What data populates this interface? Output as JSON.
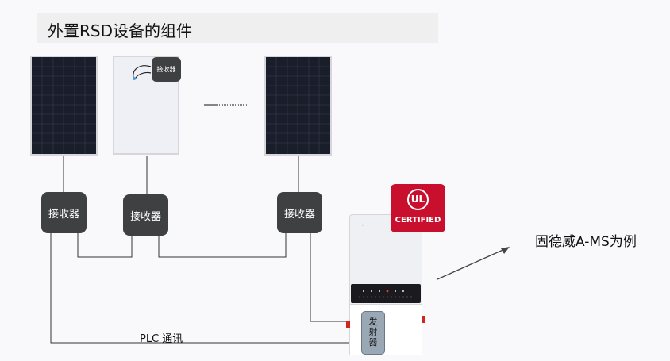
{
  "title": "外置RSD设备的组件",
  "panel_badge_label": "接收器",
  "receivers": [
    {
      "label": "接收器"
    },
    {
      "label": "接收器"
    },
    {
      "label": "接收器"
    }
  ],
  "plc_label": "PLC 通讯",
  "callout": "固德威A-MS为例",
  "certification": {
    "mark": "UL",
    "text": "CERTIFIED",
    "color": "#c8102e"
  },
  "transmitter_label": "发\n射\n器",
  "colors": {
    "receiver": "#3f4041",
    "panel": "#1a1d2a",
    "wire": "#222222"
  }
}
